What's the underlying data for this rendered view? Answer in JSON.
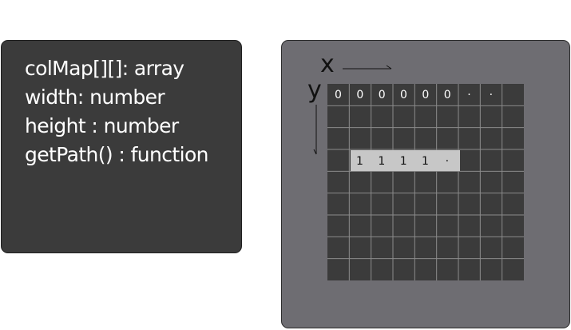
{
  "info_panel": {
    "lines": [
      "colMap[][]: array",
      "width: number",
      "height : number",
      "getPath() : function"
    ]
  },
  "grid_panel": {
    "x_axis_label": "x",
    "y_axis_label": "y",
    "first_row_values": [
      "0",
      "0",
      "0",
      "0",
      "0",
      "0",
      "·",
      "·"
    ],
    "highlight_values": [
      "1",
      "1",
      "1",
      "1",
      "·"
    ],
    "rows": 9,
    "cols": 9
  },
  "colors": {
    "panel_dark": "#3b3b3b",
    "panel_grey": "#6e6d72",
    "highlight": "#c7c7c7",
    "grid_line": "#8b8b8b"
  }
}
